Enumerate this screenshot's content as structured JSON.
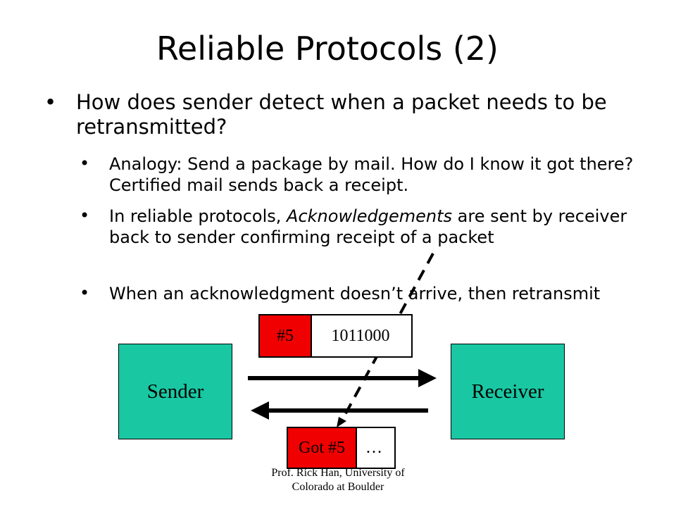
{
  "title": "Reliable Protocols (2)",
  "bullets": {
    "main": "How does sender detect when a packet needs to be retransmitted?",
    "sub1": "Analogy: Send a package by mail.  How do I know it got there? Certified mail sends back a receipt.",
    "sub2_pre": "In reliable protocols, ",
    "sub2_em": "Acknowledgements",
    "sub2_post": " are sent by receiver back to sender confirming receipt of a packet",
    "sub3": "When an acknowledgment doesn’t arrive, then retransmit",
    "marker": "•"
  },
  "diagram": {
    "sender": "Sender",
    "receiver": "Receiver",
    "packet_id": "#5",
    "packet_data": "1011000",
    "ack_id": "Got #5",
    "ack_data": "…"
  },
  "footer": {
    "line1": "Prof. Rick Han, University of",
    "line2": "Colorado at Boulder"
  }
}
